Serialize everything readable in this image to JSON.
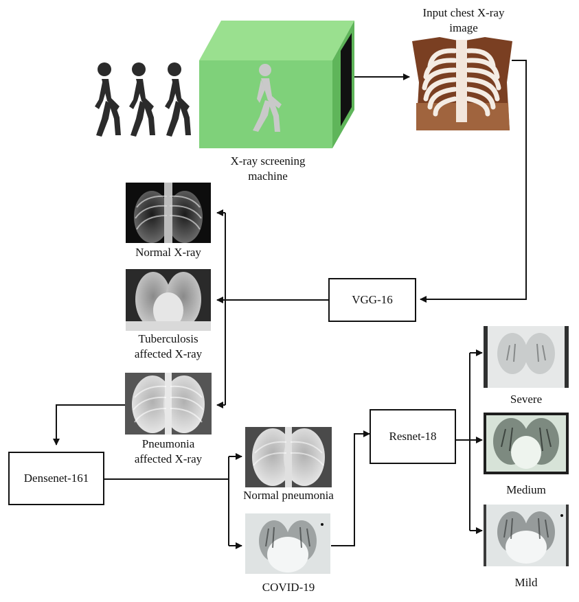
{
  "labels": {
    "input_image": "Input chest X-ray image",
    "input_image_line1": "Input chest X-ray",
    "input_image_line2": "image",
    "screening_line1": "X-ray screening",
    "screening_line2": "machine",
    "normal_xray": "Normal X-ray",
    "tb_line1": "Tuberculosis",
    "tb_line2": "affected X-ray",
    "pneu_line1": "Pneumonia",
    "pneu_line2": "affected X-ray",
    "normal_pneumonia": "Normal pneumonia",
    "covid": "COVID-19",
    "severe": "Severe",
    "medium": "Medium",
    "mild": "Mild"
  },
  "models": {
    "vgg": "VGG-16",
    "densenet": "Densenet-161",
    "resnet": "Resnet-18"
  },
  "colors": {
    "machine_green": "#7fd17a",
    "ribcage_brown": "#7a3f22",
    "person_dark": "#2b2b2b",
    "line": "#111111"
  },
  "icons": [
    "walking-person-icon",
    "x-ray-machine-icon",
    "ribcage-icon"
  ]
}
